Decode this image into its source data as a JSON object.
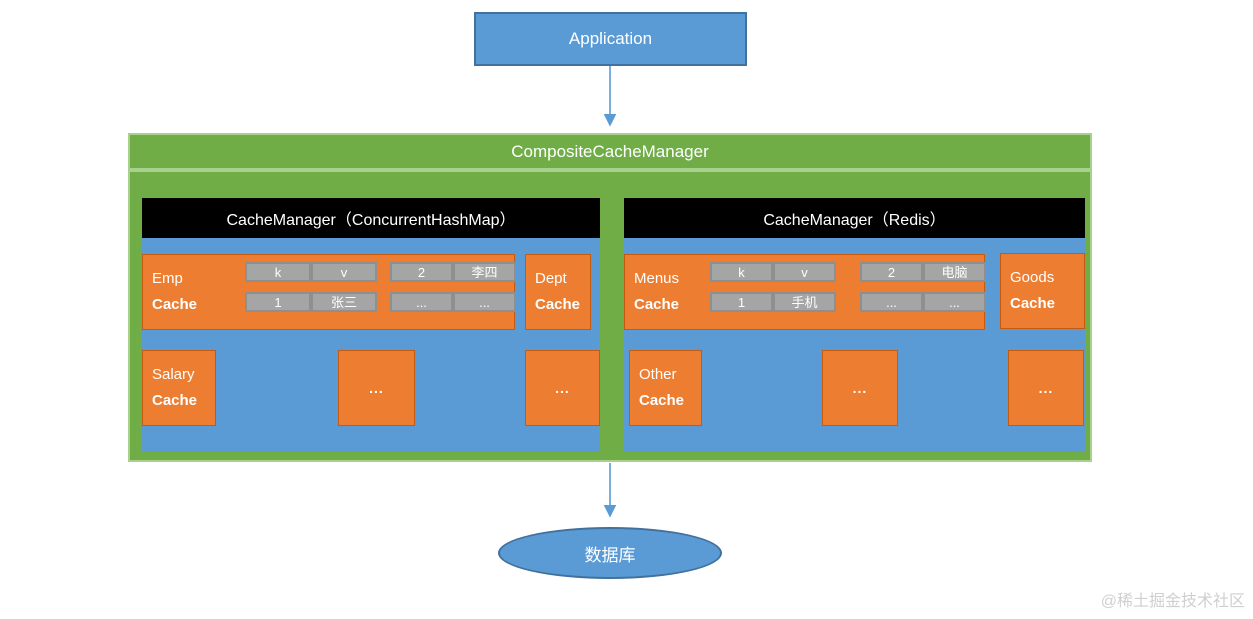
{
  "application": {
    "label": "Application"
  },
  "composite": {
    "title": "CompositeCacheManager"
  },
  "panels": [
    {
      "header": "CacheManager（ConcurrentHashMap）",
      "main_cache": {
        "name": "Emp",
        "word": "Cache"
      },
      "side_cache": {
        "name": "Dept",
        "word": "Cache"
      },
      "extra_cache": {
        "name": "Salary",
        "word": "Cache"
      },
      "table_left": [
        [
          "k",
          "v"
        ],
        [
          "1",
          "张三"
        ]
      ],
      "table_right": [
        [
          "2",
          "李四"
        ],
        [
          "...",
          "..."
        ]
      ],
      "dots_box_1": "...",
      "dots_box_2": "..."
    },
    {
      "header": "CacheManager（Redis）",
      "main_cache": {
        "name": "Menus",
        "word": "Cache"
      },
      "side_cache": {
        "name": "Goods",
        "word": "Cache"
      },
      "extra_cache": {
        "name": "Other",
        "word": "Cache"
      },
      "table_left": [
        [
          "k",
          "v"
        ],
        [
          "1",
          "手机"
        ]
      ],
      "table_right": [
        [
          "2",
          "电脑"
        ],
        [
          "...",
          "..."
        ]
      ],
      "dots_box_1": "...",
      "dots_box_2": "..."
    }
  ],
  "database": {
    "label": "数据库"
  },
  "watermark": {
    "text": "@稀土掘金技术社区"
  },
  "colors": {
    "node_blue": "#5B9BD5",
    "node_blue_border": "#41719C",
    "container_green": "#70AD47",
    "container_green_border": "#A9D18E",
    "cache_orange": "#ED7D31",
    "cache_orange_border": "#C55A11",
    "table_gray": "#A5A5A5",
    "table_gray_border": "#8F8F8F",
    "manager_header_bg": "#000000",
    "text_white": "#FFFFFF"
  }
}
